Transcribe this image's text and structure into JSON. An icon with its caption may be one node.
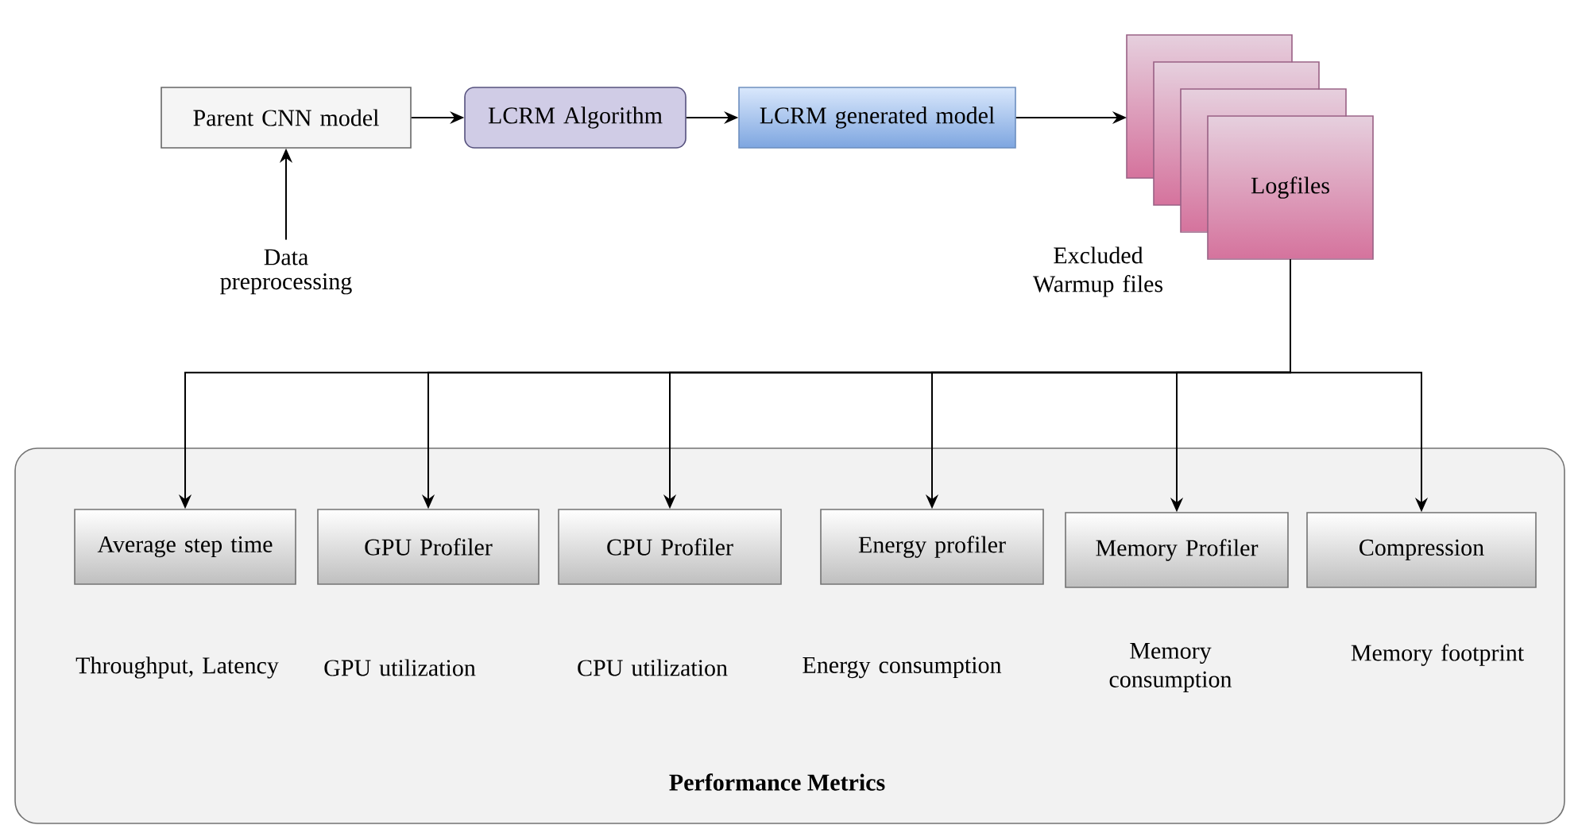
{
  "diagram": {
    "nodes": [
      {
        "text": [
          "Parent CNN model"
        ]
      },
      {
        "text": [
          "LCRM Algorithm"
        ]
      },
      {
        "text": [
          "LCRM generated model"
        ]
      },
      {
        "text": [
          "Logfiles"
        ],
        "beside": [
          "Excluded Warmup files"
        ]
      },
      {
        "text": [
          "Data preprocessing"
        ]
      },
      {
        "text": [
          "Performance Metrics"
        ]
      },
      {
        "text": [
          "Average step time"
        ],
        "in": 5,
        "beside": [
          "Throughput, Latency"
        ]
      },
      {
        "text": [
          "GPU Profiler"
        ],
        "in": 5,
        "beside": [
          "GPU utilization"
        ]
      },
      {
        "text": [
          "CPU Profiler"
        ],
        "in": 5,
        "beside": [
          "CPU utilization"
        ]
      },
      {
        "text": [
          "Energy profiler"
        ],
        "in": 5,
        "beside": [
          "Energy consumption"
        ]
      },
      {
        "text": [
          "Memory Profiler"
        ],
        "in": 5,
        "beside": [
          "Memory consumption"
        ]
      },
      {
        "text": [
          "Compression"
        ],
        "in": 5,
        "beside": [
          "Memory footprint"
        ]
      }
    ],
    "edges": [
      {
        "from": 4,
        "to": 0,
        "arrow": "to"
      },
      {
        "from": 0,
        "to": 1,
        "arrow": "to"
      },
      {
        "from": 1,
        "to": 2,
        "arrow": "to"
      },
      {
        "from": 2,
        "to": 3,
        "arrow": "to"
      },
      {
        "from": 3,
        "to": 6,
        "arrow": "to"
      },
      {
        "from": 3,
        "to": 7,
        "arrow": "to"
      },
      {
        "from": 3,
        "to": 8,
        "arrow": "to"
      },
      {
        "from": 3,
        "to": 9,
        "arrow": "to"
      },
      {
        "from": 3,
        "to": 10,
        "arrow": "to"
      },
      {
        "from": 3,
        "to": 11,
        "arrow": "to"
      }
    ]
  }
}
